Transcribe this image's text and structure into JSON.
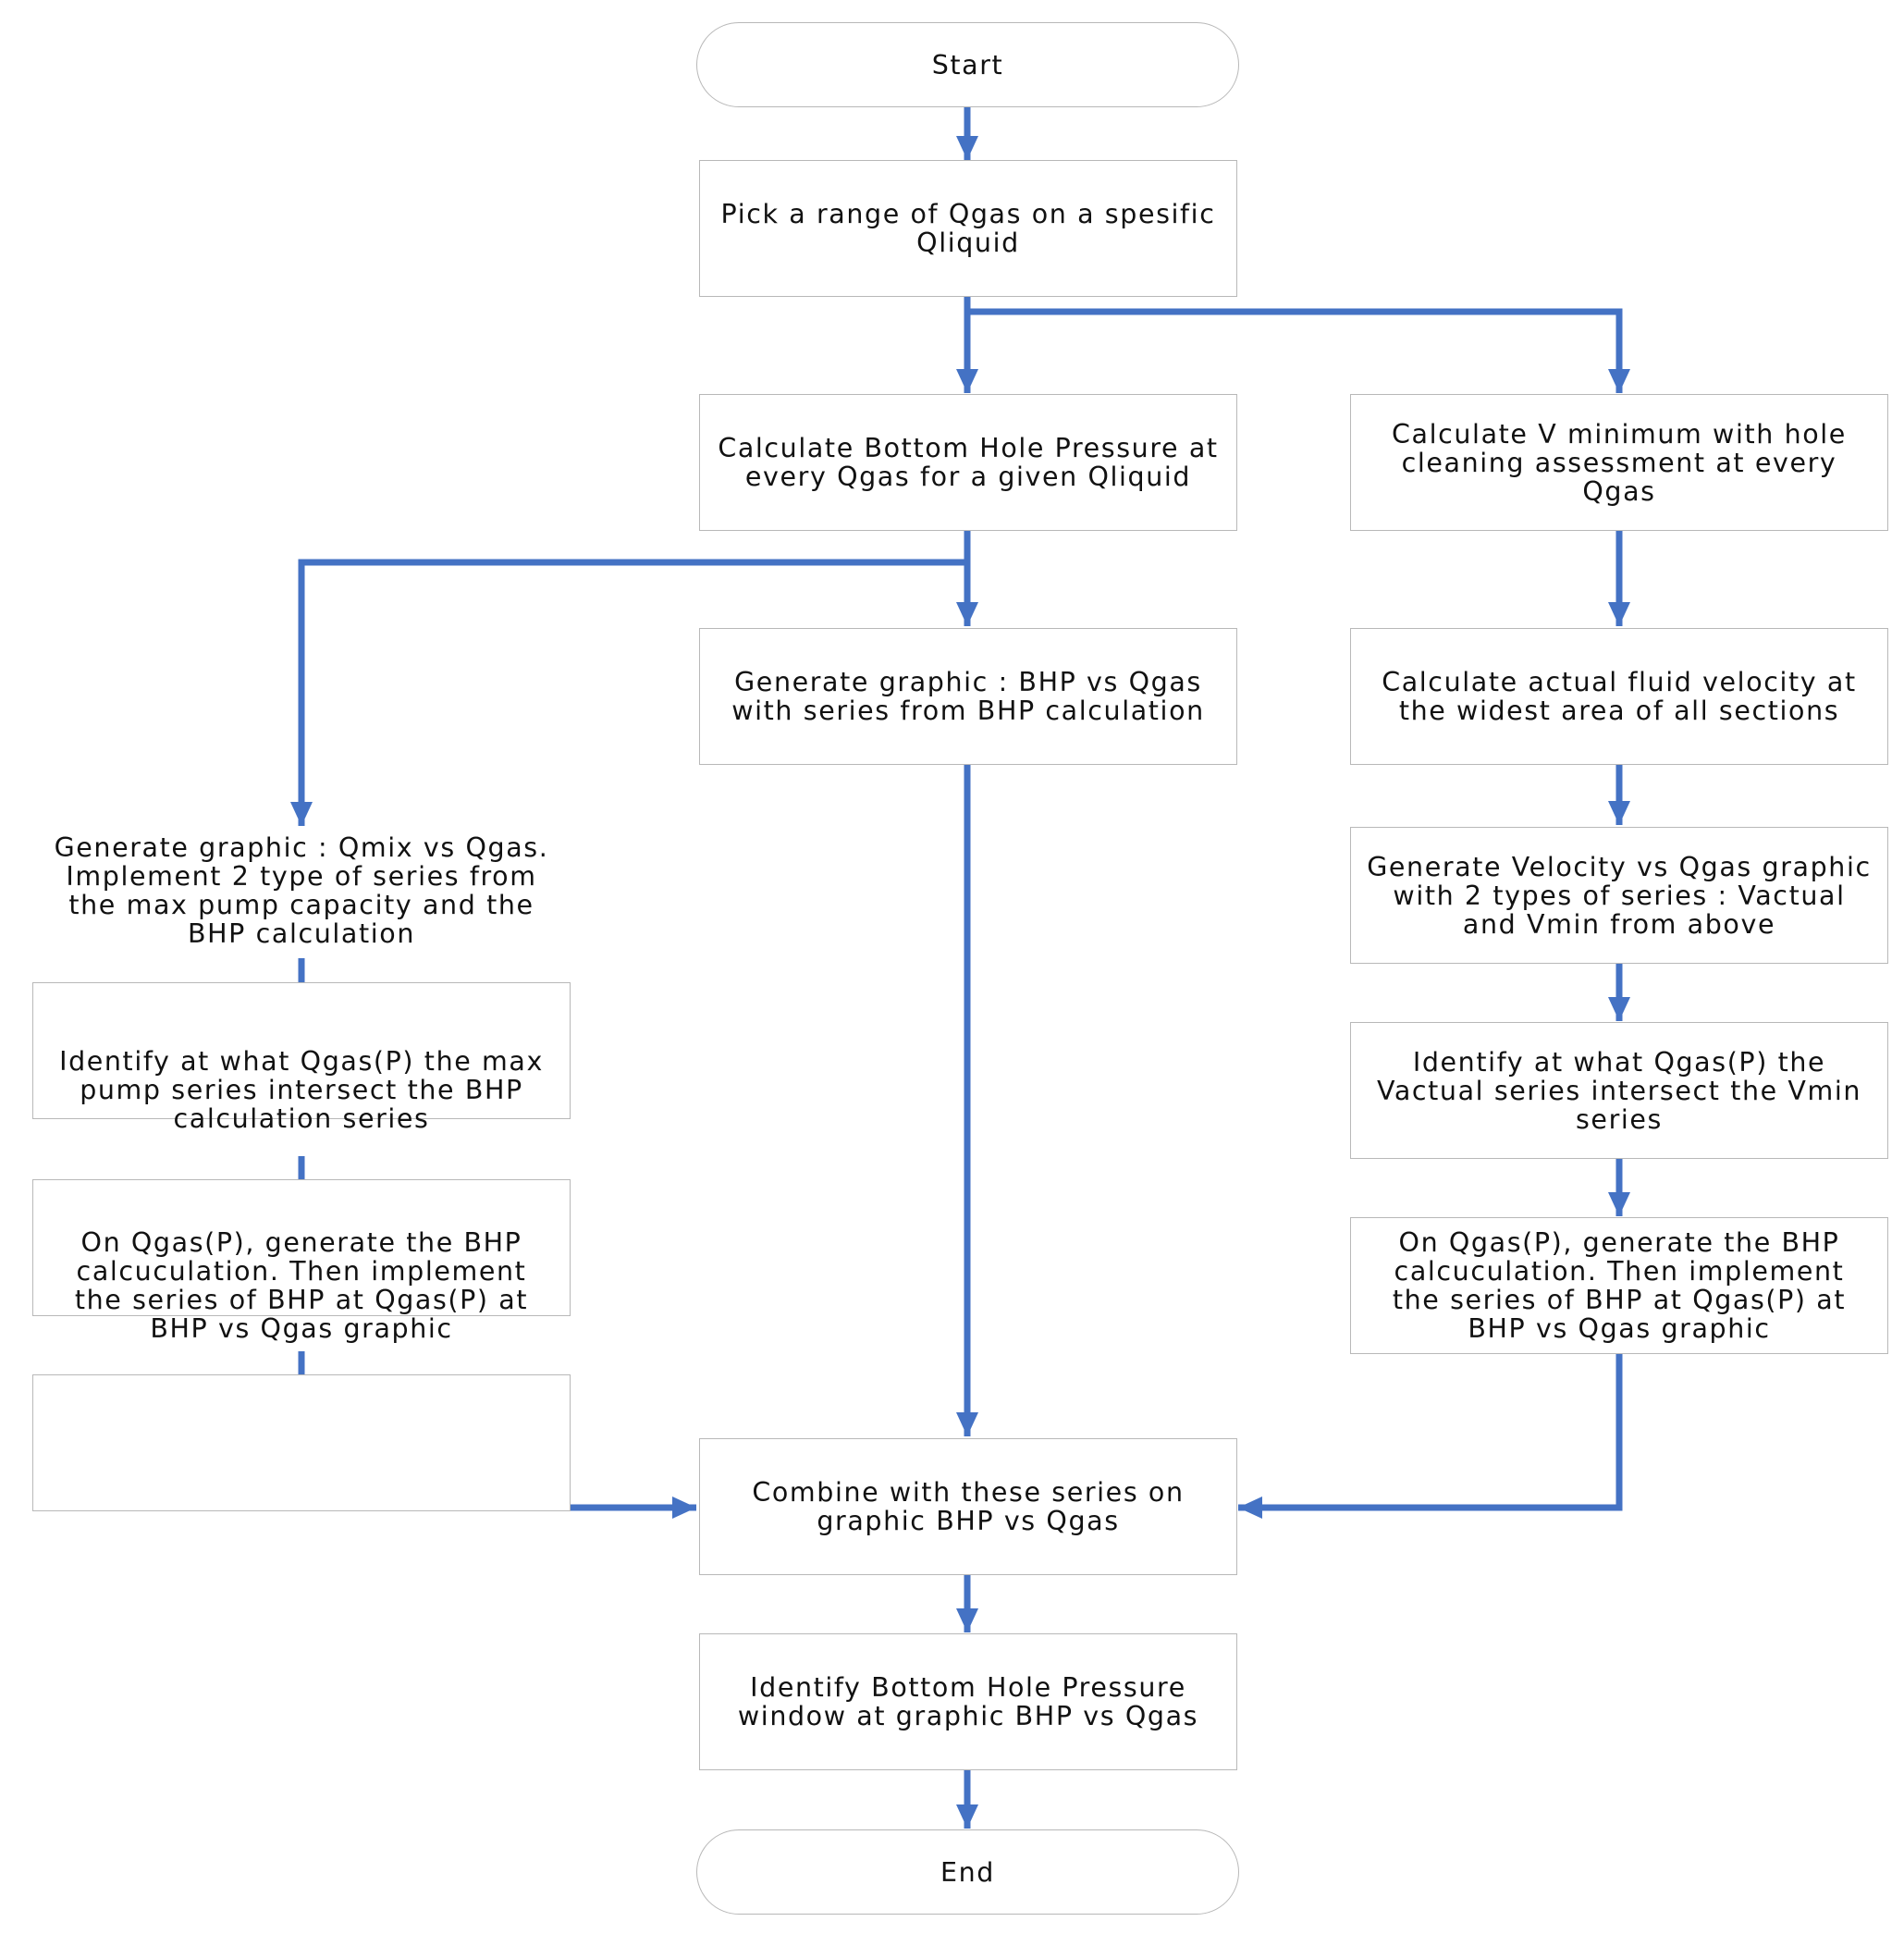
{
  "colors": {
    "connector": "#4472c4",
    "box_border": "#b8b8b8",
    "text": "#111111"
  },
  "nodes": {
    "start": "Start",
    "pick_range": "Pick a range of Qgas on a spesific Qliquid",
    "calc_bhp": "Calculate Bottom Hole Pressure at every Qgas for a given Qliquid",
    "calc_vmin": "Calculate V minimum with hole cleaning assessment at every Qgas",
    "gen_bhp_graphic": "Generate graphic : BHP vs Qgas with series from BHP calculation",
    "gen_qmix_graphic": "Generate graphic : Qmix vs Qgas. Implement 2 type of series from the max pump capacity and the BHP calculation",
    "calc_actual_velocity": "Calculate actual fluid velocity at the widest area of all sections",
    "gen_velocity_graphic": "Generate Velocity vs Qgas graphic with 2 types of series : Vactual and Vmin from above",
    "identify_pump_intersect": "Identify at what Qgas(P) the max pump series intersect the BHP calculation series",
    "identify_vactual_intersect": "Identify at what Qgas(P) the Vactual series intersect the Vmin series",
    "left_bhp_series": "On Qgas(P), generate the BHP calcuculation. Then implement the series of BHP at Qgas(P) at BHP vs Qgas graphic",
    "right_bhp_series": "On Qgas(P), generate the BHP calcuculation. Then implement the series of BHP at Qgas(P) at BHP vs Qgas graphic",
    "empty_box": "",
    "combine": "Combine with these series on graphic BHP vs Qgas",
    "identify_window": "Identify Bottom Hole Pressure window at graphic BHP vs Qgas",
    "end": "End"
  }
}
